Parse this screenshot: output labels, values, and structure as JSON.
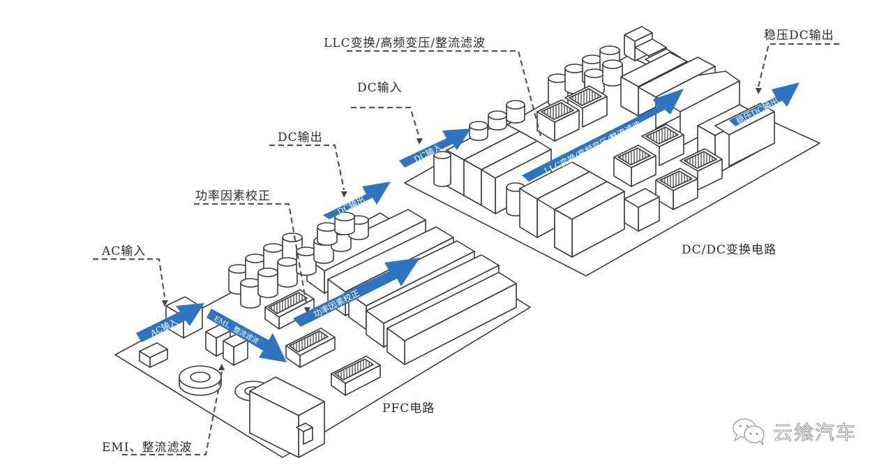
{
  "callouts": {
    "ac_input": "AC输入",
    "pfc_correction": "功率因素校正",
    "dc_output": "DC输出",
    "dc_input": "DC输入",
    "llc": "LLC变换/高频变压/整流滤波",
    "regulated_dc_output": "稳压DC输出",
    "emi_filter": "EMI、整流滤波"
  },
  "boards": {
    "pfc": "PFC电路",
    "dcdc": "DC/DC变换电路"
  },
  "arrows": {
    "ac_input": "AC输入",
    "emi": "EMI、整流滤波",
    "pfc": "功率因素校正",
    "dc_output": "DC输出",
    "dc_input": "DC输入",
    "llc": "LLC变换/高频变压/整流滤波",
    "regulated": "稳压DC输出"
  },
  "watermark": {
    "icon": "wechat-icon",
    "text": "云飨汽车"
  },
  "colors": {
    "arrow_blue": "#2e74c0",
    "line": "#3a3a3a",
    "dash": "#555555"
  }
}
